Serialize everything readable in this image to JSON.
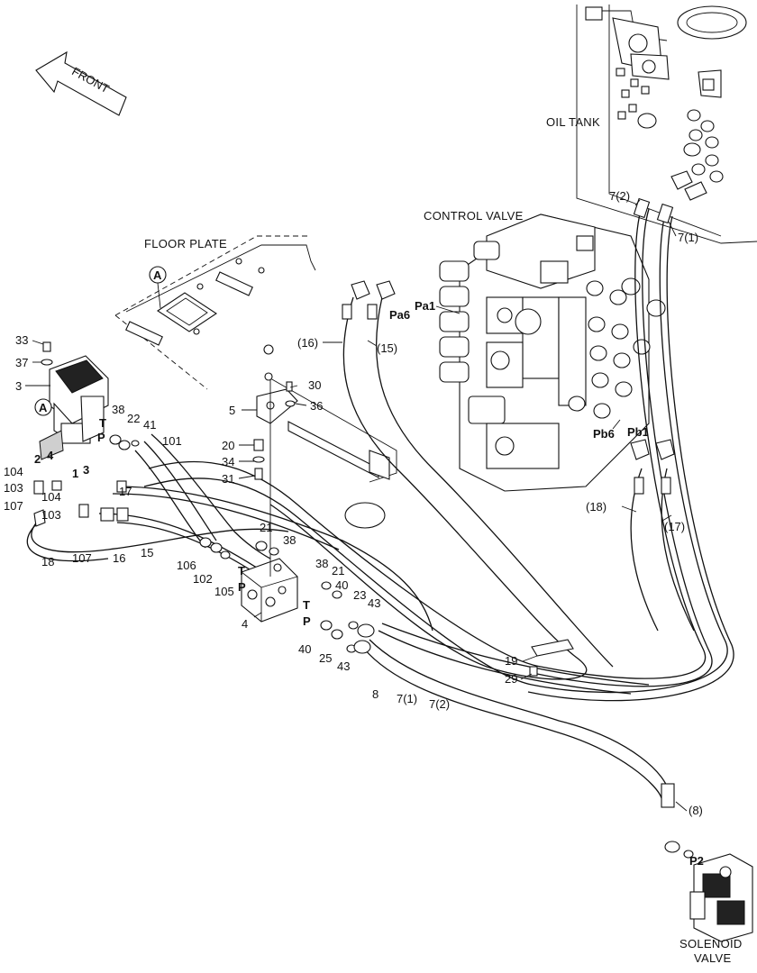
{
  "arrow": {
    "label": "FRONT"
  },
  "captions": {
    "oil_tank": "OIL TANK",
    "control_valve": "CONTROL VALVE",
    "floor_plate": "FLOOR PLATE",
    "solenoid_line1": "SOLENOID",
    "solenoid_line2": "VALVE"
  },
  "markers": {
    "a_floor": "A",
    "a_pedal": "A"
  },
  "ports": {
    "t_pedal": "T",
    "p_pedal": "P",
    "t_block": "T",
    "p_block": "P",
    "t_right": "T",
    "p_right": "P",
    "pa6": "Pa6",
    "pa1": "Pa1",
    "pb6": "Pb6",
    "pb1": "Pb1",
    "p2": "P2"
  },
  "callouts": {
    "c7_2_top": "7(2)",
    "c7_1_top": "7(1)",
    "c16p": "(16)",
    "c15p": "(15)",
    "c18p": "(18)",
    "c17p": "(17)",
    "c8p": "(8)",
    "c33": "33",
    "c37": "37",
    "c3": "3",
    "c38a": "38",
    "c22": "22",
    "c41": "41",
    "c101": "101",
    "c2": "2",
    "c4": "4",
    "c1": "1",
    "c3b": "3",
    "c104a": "104",
    "c103a": "103",
    "c104b": "104",
    "c107a": "107",
    "c103b": "103",
    "c17": "17",
    "c18": "18",
    "c107b": "107",
    "c16": "16",
    "c15": "15",
    "c30": "30",
    "c36": "36",
    "c5": "5",
    "c20": "20",
    "c34": "34",
    "c31": "31",
    "c21a": "21",
    "c38b": "38",
    "c106": "106",
    "c102": "102",
    "c105": "105",
    "c38c": "38",
    "c21b": "21",
    "c40a": "40",
    "c23": "23",
    "c43a": "43",
    "c4b": "4",
    "c40b": "40",
    "c25": "25",
    "c43b": "43",
    "c19": "19",
    "c29": "29",
    "c8": "8",
    "c7_1": "7(1)",
    "c7_2": "7(2)"
  }
}
